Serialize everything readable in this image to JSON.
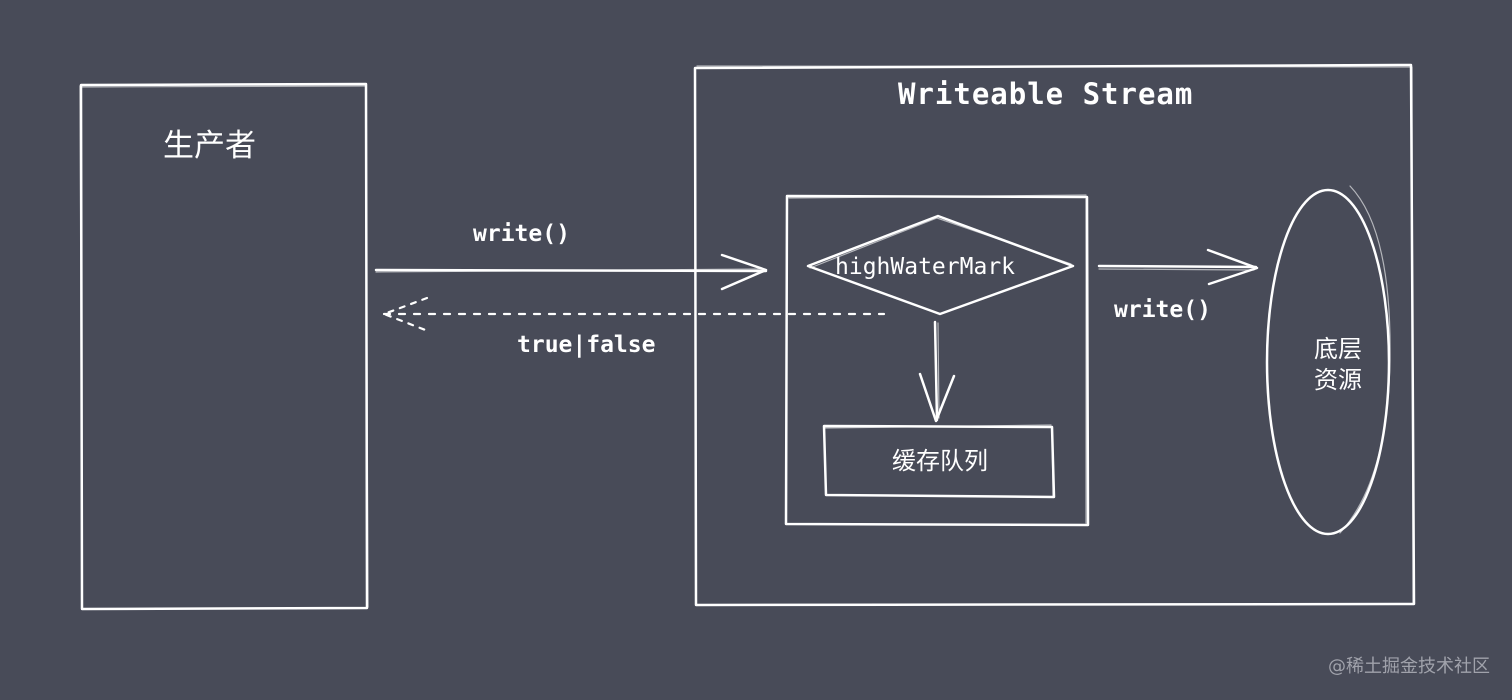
{
  "producer": {
    "title": "生产者"
  },
  "stream": {
    "title": "Writeable Stream"
  },
  "edges": {
    "write_in": "write()",
    "return_value": "true|false",
    "write_out": "write()"
  },
  "high_water_mark": {
    "label": "highWaterMark"
  },
  "buffer_queue": {
    "label": "缓存队列"
  },
  "resource": {
    "label": "底层资源"
  },
  "watermark": {
    "text": "@稀土掘金技术社区"
  },
  "colors": {
    "background": "#484b58",
    "stroke": "#ffffff",
    "watermark": "#a0a2ab"
  }
}
